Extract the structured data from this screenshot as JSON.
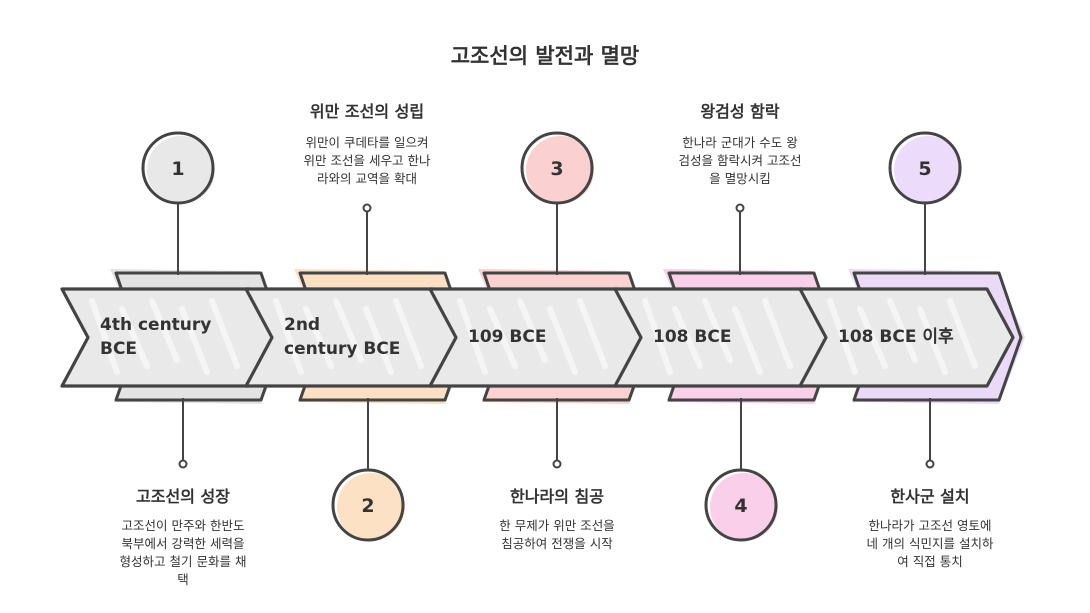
{
  "title": "고조선의 발전과 멸망",
  "stages": [
    {
      "number": "1",
      "label": "4th century BCE",
      "label_lines": [
        "4th century",
        "BCE"
      ],
      "event_title": "고조선의 성장",
      "event_desc": [
        "고조선이 만주와 한반도",
        "북부에서 강력한 세력을",
        "형성하고 철기 문화를 채",
        "택"
      ],
      "color": "#d9d9d9",
      "circle_fill": "#e8e8e8"
    },
    {
      "number": "2",
      "label": "2nd century BCE",
      "label_lines": [
        "2nd",
        "century BCE"
      ],
      "event_title": "위만 조선의 성립",
      "event_desc": [
        "위만이 쿠데타를 일으켜",
        "위만 조선을 세우고 한나",
        "라와의 교역을 확대"
      ],
      "color": "#fbd5b0",
      "circle_fill": "#fde1c4"
    },
    {
      "number": "3",
      "label": "109 BCE",
      "label_lines": [
        "109 BCE"
      ],
      "event_title": "한나라의 침공",
      "event_desc": [
        "한 무제가 위만 조선을",
        "침공하여 전쟁을 시작"
      ],
      "color": "#f9c3c3",
      "circle_fill": "#fbd0d0"
    },
    {
      "number": "4",
      "label": "108 BCE",
      "label_lines": [
        "108 BCE"
      ],
      "event_title": "왕검성 함락",
      "event_desc": [
        "한나라 군대가 수도 왕",
        "검성을 함락시켜 고조선",
        "을 멸망시킴"
      ],
      "color": "#f6c0e2",
      "circle_fill": "#f9cfe9"
    },
    {
      "number": "5",
      "label": "108 BCE 이후",
      "label_lines": [
        "108 BCE 이후"
      ],
      "event_title": "한사군 설치",
      "event_desc": [
        "한나라가 고조선 영토에",
        "네 개의 식민지를 설치하",
        "여 직접 통치"
      ],
      "color": "#e3cdf6",
      "circle_fill": "#ecdbfa"
    }
  ]
}
